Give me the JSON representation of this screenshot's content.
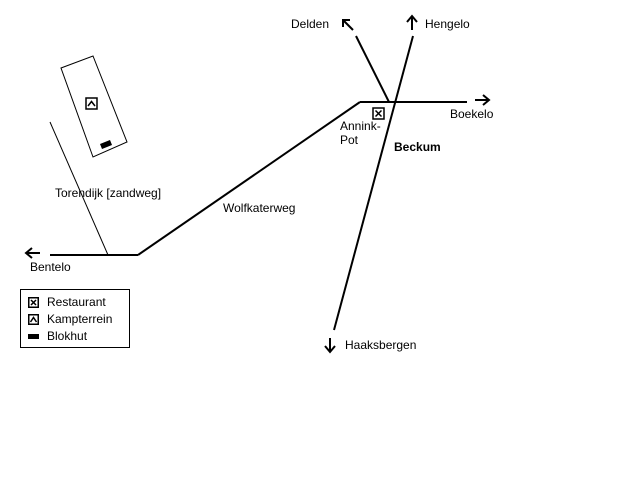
{
  "places": {
    "delden": "Delden",
    "hengelo": "Hengelo",
    "boekelo": "Boekelo",
    "beckum": "Beckum",
    "annink_pot": "Annink-\nPot",
    "bentelo": "Bentelo",
    "haaksbergen": "Haaksbergen"
  },
  "roads": {
    "torendijk": "Torendijk [zandweg]",
    "wolfkaterweg": "Wolfkaterweg"
  },
  "legend": {
    "items": [
      {
        "label": "Restaurant",
        "icon": "restaurant-icon"
      },
      {
        "label": "Kampterrein",
        "icon": "campsite-icon"
      },
      {
        "label": "Blokhut",
        "icon": "cabin-icon"
      }
    ]
  },
  "colors": {
    "ink": "#000000",
    "background": "#ffffff"
  }
}
